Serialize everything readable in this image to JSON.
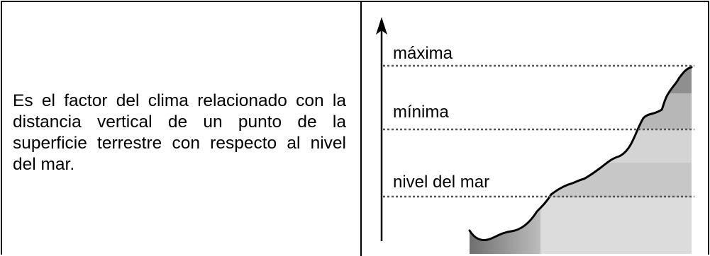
{
  "definition_text": "Es el factor del clima relacionado con la distancia vertical de un punto de la superficie terrestre con respecto al nivel del mar.",
  "diagram": {
    "labels": {
      "maxima": "máxima",
      "minima": "mínima",
      "sea_level": "nivel del mar"
    },
    "colors": {
      "dark_band": "#8f8f8f",
      "mid_band": "#b7b7b7",
      "light_band": "#d4d4d4",
      "lighter_band": "#e0e0e0",
      "profile_line": "#000000",
      "dotted_line": "#555555"
    }
  }
}
